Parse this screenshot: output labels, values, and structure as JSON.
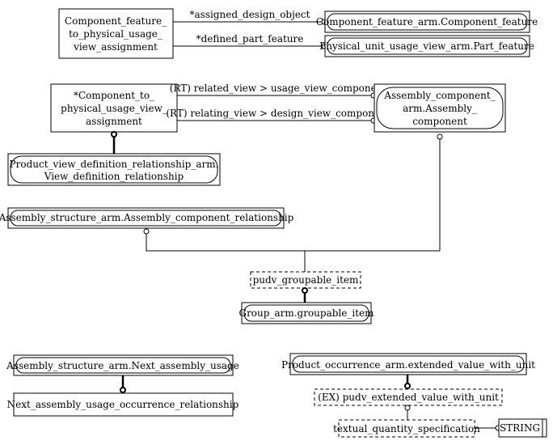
{
  "entities": {
    "cf_assignment": [
      "Component_feature_",
      "to_physical_usage_",
      "view_assignment"
    ],
    "cf_arm": "Component_feature_arm.Component_feature",
    "part_feature": "Physical_unit_usage_view_arm.Part_feature",
    "ctpuva": [
      "*Component_to_",
      "physical_usage_view_",
      "assignment"
    ],
    "assembly_component": [
      "Assembly_component_",
      "arm.Assembly_",
      "component"
    ],
    "pvdr": [
      "Product_view_definition_relationship_arm.",
      "View_definition_relationship"
    ],
    "acr": "Assembly_structure_arm.Assembly_component_relationship",
    "pudv_groupable": "pudv_groupable_item",
    "group_arm": "Group_arm.groupable_item",
    "next_usage": "Assembly_structure_arm.Next_assembly_usage",
    "nauor": "Next_assembly_usage_occurrence_relationship",
    "extended_value": "Product_occurrence_arm.extended_value_with_unit",
    "pudv_extended": "(EX) pudv_extended_value_with_unit",
    "textual": "textual_quantity_specification",
    "string": "STRING"
  },
  "relations": {
    "assigned_design_object": "*assigned_design_object",
    "defined_part_feature": "*defined_part_feature",
    "related_view": "(RT) related_view > usage_view_component",
    "relating_view": "(RT) relating_view > design_view_component"
  }
}
